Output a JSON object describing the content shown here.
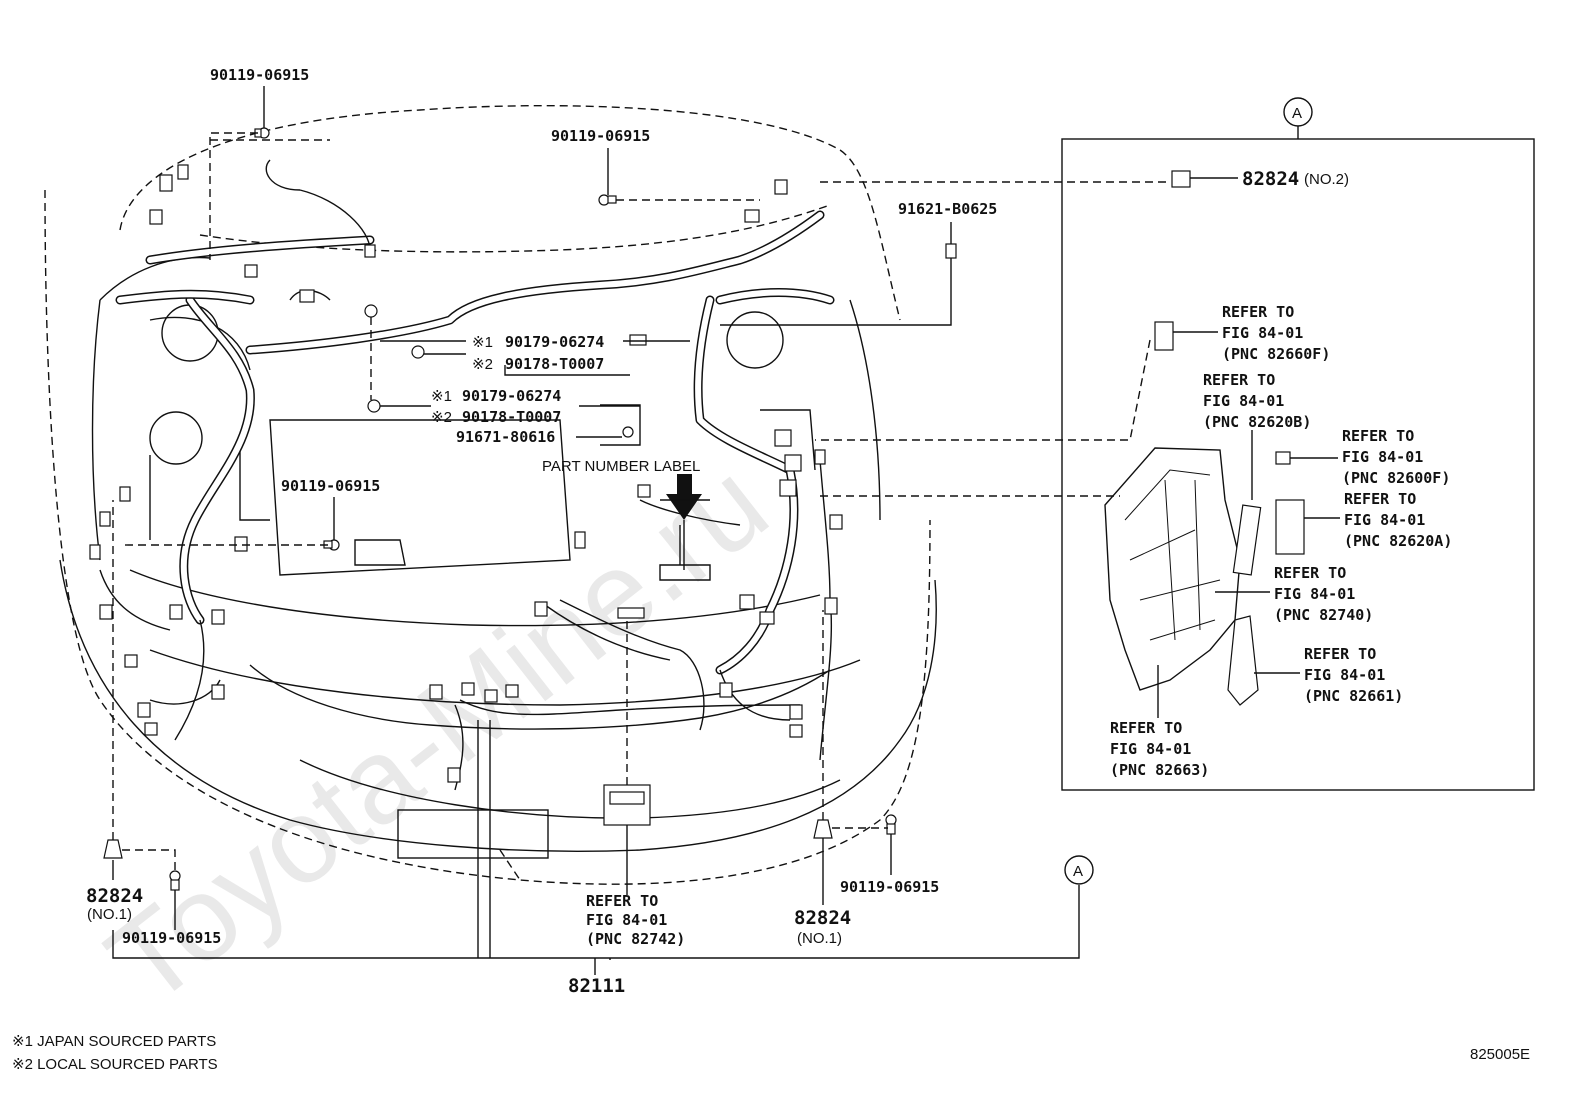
{
  "watermark": "Toyota-Mine.ru",
  "diagram_code": "825005E",
  "footnotes": [
    "※1 JAPAN SOURCED PARTS",
    "※2 LOCAL SOURCED PARTS"
  ],
  "callouts": {
    "bolt_top_left": "90119-06915",
    "bolt_top_center": "90119-06915",
    "clip_right": "91621-B0625",
    "mark1_a": "※1",
    "part_1a": "90179-06274",
    "mark2_a": "※2",
    "part_2a": "90178-T0007",
    "mark1_b": "※1",
    "part_1b": "90179-06274",
    "mark2_b": "※2",
    "part_2b": "90178-T0007",
    "part_91671": "91671-80616",
    "part_number_label": "PART NUMBER LABEL",
    "bolt_mid_left": "90119-06915",
    "bolt_bottom_left": "90119-06915",
    "bolt_bottom_right": "90119-06915",
    "bracket_left_num": "82824",
    "bracket_left_sub": "(NO.1)",
    "bracket_right_num": "82824",
    "bracket_right_sub": "(NO.1)",
    "harness_main": "82111",
    "refer_bottom": [
      "REFER TO",
      "FIG 84-01",
      "(PNC 82742)"
    ],
    "section_marker": "A"
  },
  "inset": {
    "marker": "A",
    "bracket_num": "82824",
    "bracket_sub": "(NO.2)",
    "refer_82660F": [
      "REFER TO",
      "FIG 84-01",
      "(PNC 82660F)"
    ],
    "refer_82620B": [
      "REFER TO",
      "FIG 84-01",
      "(PNC 82620B)"
    ],
    "refer_82600F": [
      "REFER TO",
      "FIG 84-01",
      "(PNC 82600F)"
    ],
    "refer_82620A": [
      "REFER TO",
      "FIG 84-01",
      "(PNC 82620A)"
    ],
    "refer_82740": [
      "REFER TO",
      "FIG 84-01",
      "(PNC 82740)"
    ],
    "refer_82661": [
      "REFER TO",
      "FIG 84-01",
      "(PNC 82661)"
    ],
    "refer_82663": [
      "REFER TO",
      "FIG 84-01",
      "(PNC 82663)"
    ]
  }
}
